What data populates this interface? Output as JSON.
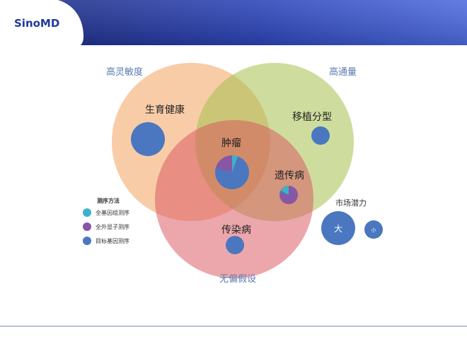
{
  "header": {
    "brand": "SinoMD"
  },
  "colors": {
    "banner_dark": "#1a2f8a",
    "banner_mid": "#3b58d6",
    "circle_sensitivity": "#f5a05a",
    "circle_throughput": "#a9c657",
    "circle_unbiased": "#e0707a",
    "bubble_blue": "#4a77c0",
    "method_cyan": "#3ab3c9",
    "method_purple": "#8757a6",
    "method_blue": "#4a77c0",
    "text_label": "#5a7bb0",
    "footer_line": "#6f7fb6"
  },
  "diagram": {
    "circle_labels": {
      "sensitivity": "高灵敏度",
      "throughput": "高通量",
      "unbiased": "无偏假设"
    },
    "areas": {
      "reproductive_health": "生育健康",
      "transplant_typing": "移植分型",
      "tumor": "肿瘤",
      "genetic_disease": "遗传病",
      "infectious_disease": "传染病"
    }
  },
  "legend": {
    "title": "测序方法",
    "items": [
      {
        "label": "全基因组测序",
        "color": "#3ab3c9"
      },
      {
        "label": "全外显子测序",
        "color": "#8757a6"
      },
      {
        "label": "目标基因测序",
        "color": "#4a77c0"
      }
    ]
  },
  "market": {
    "title": "市场潜力",
    "large": "大",
    "small": "小"
  }
}
